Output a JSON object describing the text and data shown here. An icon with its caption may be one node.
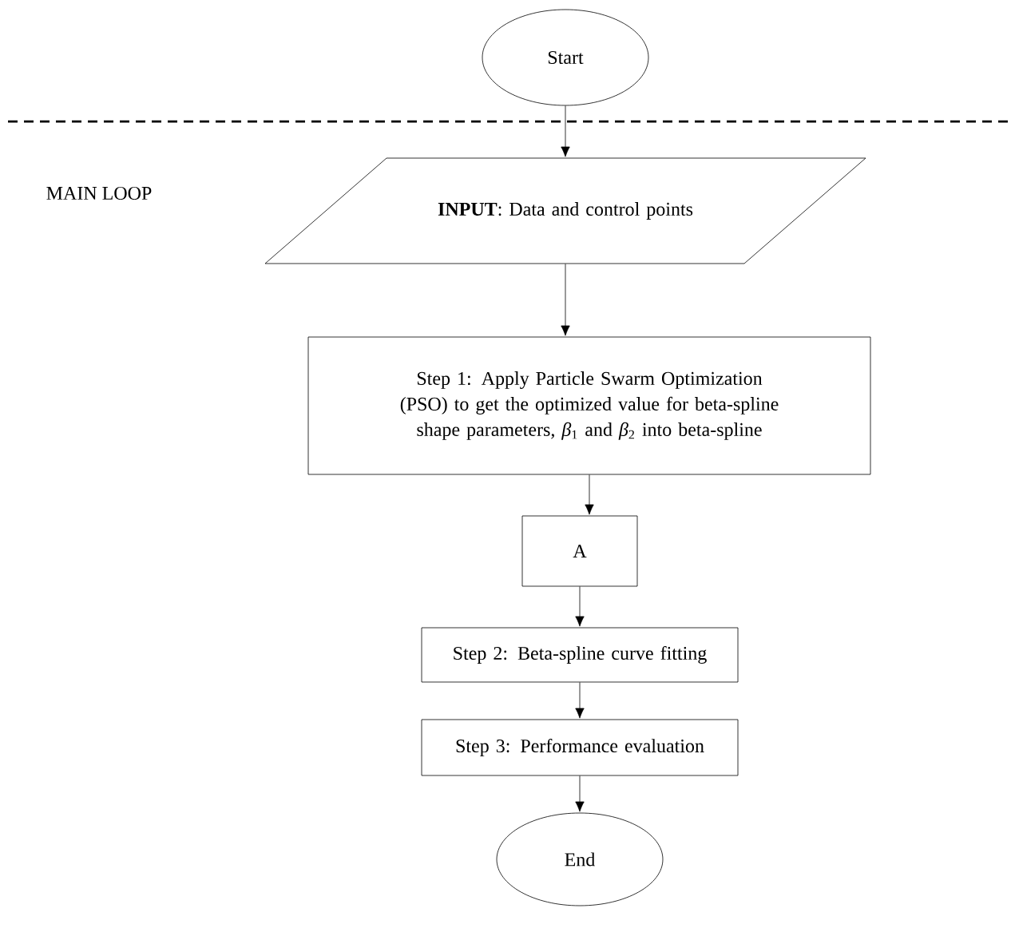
{
  "diagram": {
    "nodes": [
      {
        "text": [
          "Start"
        ]
      },
      {
        "text": [
          "**INPUT**: Data and control points"
        ]
      },
      {
        "text": [
          "Step 1: Apply Particle Swarm Optimization (PSO) to get the optimized value for beta-spline shape parameters, *β*$_{1}$ and *β*$_{2}$ into beta-spline"
        ]
      },
      {
        "text": [
          "A"
        ]
      },
      {
        "text": [
          "Step 2: Beta-spline curve fitting"
        ]
      },
      {
        "text": [
          "Step 3: Performance evaluation"
        ]
      },
      {
        "text": [
          "End"
        ]
      }
    ],
    "edges": [
      {
        "from": 0,
        "to": 1,
        "arrow": "to"
      },
      {
        "from": 1,
        "to": 2,
        "arrow": "to"
      },
      {
        "from": 2,
        "to": 3,
        "arrow": "to"
      },
      {
        "from": 3,
        "to": 4,
        "arrow": "to"
      },
      {
        "from": 4,
        "to": 5,
        "arrow": "to"
      },
      {
        "from": 5,
        "to": 6,
        "arrow": "to"
      }
    ],
    "labels": [
      "MAIN LOOP"
    ]
  }
}
